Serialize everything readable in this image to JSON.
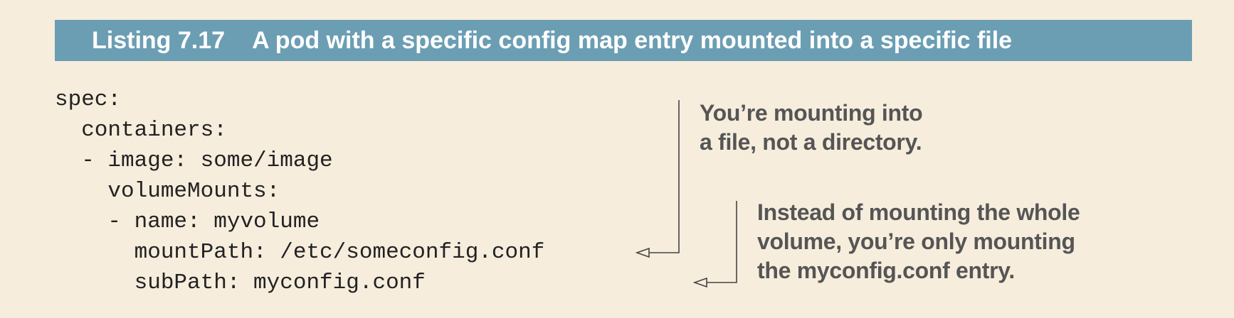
{
  "listing": {
    "number": "Listing 7.17",
    "title": "A pod with a specific config map entry mounted into a specific file"
  },
  "code": {
    "lines": [
      "spec:",
      "  containers:",
      "  - image: some/image",
      "    volumeMounts:",
      "    - name: myvolume",
      "      mountPath: /etc/someconfig.conf",
      "      subPath: myconfig.conf"
    ]
  },
  "annotations": [
    {
      "lines": [
        "You’re mounting into",
        "a file, not a directory."
      ]
    },
    {
      "lines": [
        "Instead of mounting the whole",
        "volume, you’re only mounting",
        "the myconfig.conf entry."
      ]
    }
  ],
  "colors": {
    "page_background": "#f6eddd",
    "header_background": "#6b9eb3",
    "header_text": "#ffffff",
    "code_text": "#222222",
    "annotation_text": "#555555",
    "arrow_stroke": "#444444"
  }
}
